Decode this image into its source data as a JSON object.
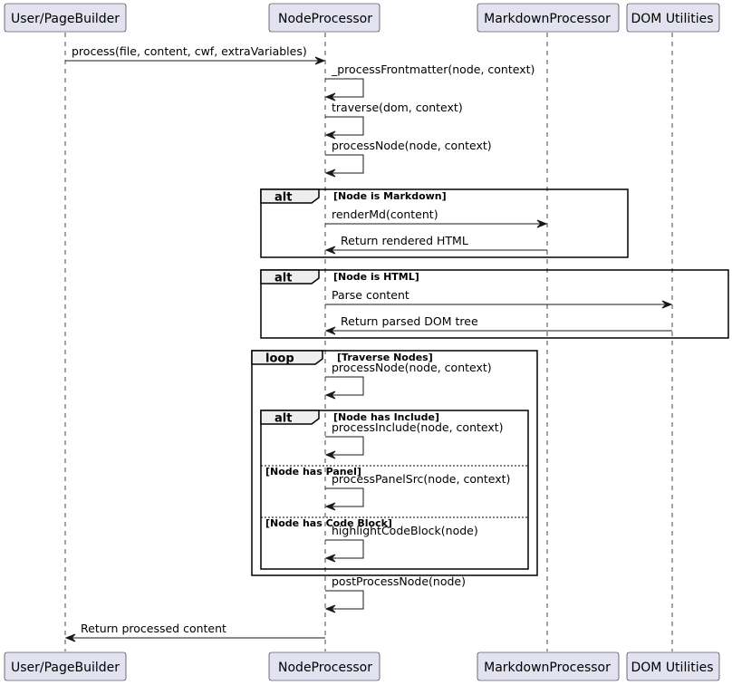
{
  "participants": [
    {
      "id": "user",
      "label": "User/PageBuilder"
    },
    {
      "id": "node",
      "label": "NodeProcessor"
    },
    {
      "id": "md",
      "label": "MarkdownProcessor"
    },
    {
      "id": "dom",
      "label": "DOM Utilities"
    }
  ],
  "messages": [
    {
      "id": "m1",
      "label": "process(file, content, cwf, extraVariables)"
    },
    {
      "id": "m2",
      "label": "_processFrontmatter(node, context)"
    },
    {
      "id": "m3",
      "label": "traverse(dom, context)"
    },
    {
      "id": "m4",
      "label": "processNode(node, context)"
    },
    {
      "id": "m5",
      "label": "renderMd(content)"
    },
    {
      "id": "m6",
      "label": "Return rendered HTML"
    },
    {
      "id": "m7",
      "label": "Parse content"
    },
    {
      "id": "m8",
      "label": "Return parsed DOM tree"
    },
    {
      "id": "m9",
      "label": "processNode(node, context)"
    },
    {
      "id": "m10",
      "label": "processInclude(node, context)"
    },
    {
      "id": "m11",
      "label": "processPanelSrc(node, context)"
    },
    {
      "id": "m12",
      "label": "highlightCodeBlock(node)"
    },
    {
      "id": "m13",
      "label": "postProcessNode(node)"
    },
    {
      "id": "m14",
      "label": "Return processed content"
    }
  ],
  "fragments": [
    {
      "id": "f1",
      "keyword": "alt",
      "guard": "[Node is Markdown]"
    },
    {
      "id": "f2",
      "keyword": "alt",
      "guard": "[Node is HTML]"
    },
    {
      "id": "f3",
      "keyword": "loop",
      "guard": "[Traverse Nodes]"
    },
    {
      "id": "f4",
      "keyword": "alt",
      "guard": "[Node has Include]",
      "else_guards": [
        "[Node has Panel]",
        "[Node has Code Block]"
      ]
    }
  ]
}
